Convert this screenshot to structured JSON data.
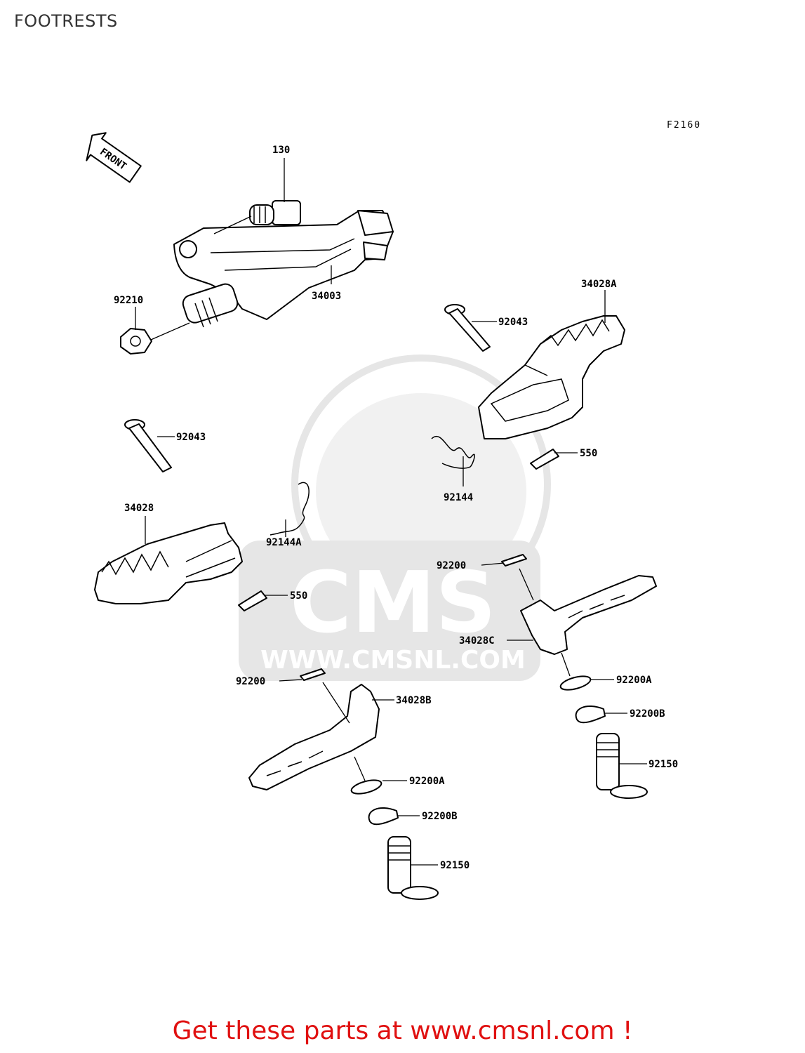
{
  "page": {
    "title": "FOOTRESTS",
    "diagram_code": "F2160"
  },
  "front_indicator": "FRONT",
  "watermark": {
    "brand": "CMS",
    "url": "WWW.CMSNL.COM"
  },
  "labels": {
    "p130": "130",
    "p92210": "92210",
    "p34003": "34003",
    "p34028A": "34028A",
    "p92043_right": "92043",
    "p92043_left": "92043",
    "p550_right": "550",
    "p550_left": "550",
    "p92144": "92144",
    "p92144A": "92144A",
    "p34028": "34028",
    "p92200_right": "92200",
    "p92200_left": "92200",
    "p34028C": "34028C",
    "p34028B": "34028B",
    "p92200A_right": "92200A",
    "p92200A_left": "92200A",
    "p92200B_right": "92200B",
    "p92200B_left": "92200B",
    "p92150_right": "92150",
    "p92150_left": "92150"
  },
  "footer": "Get these parts at www.cmsnl.com !"
}
